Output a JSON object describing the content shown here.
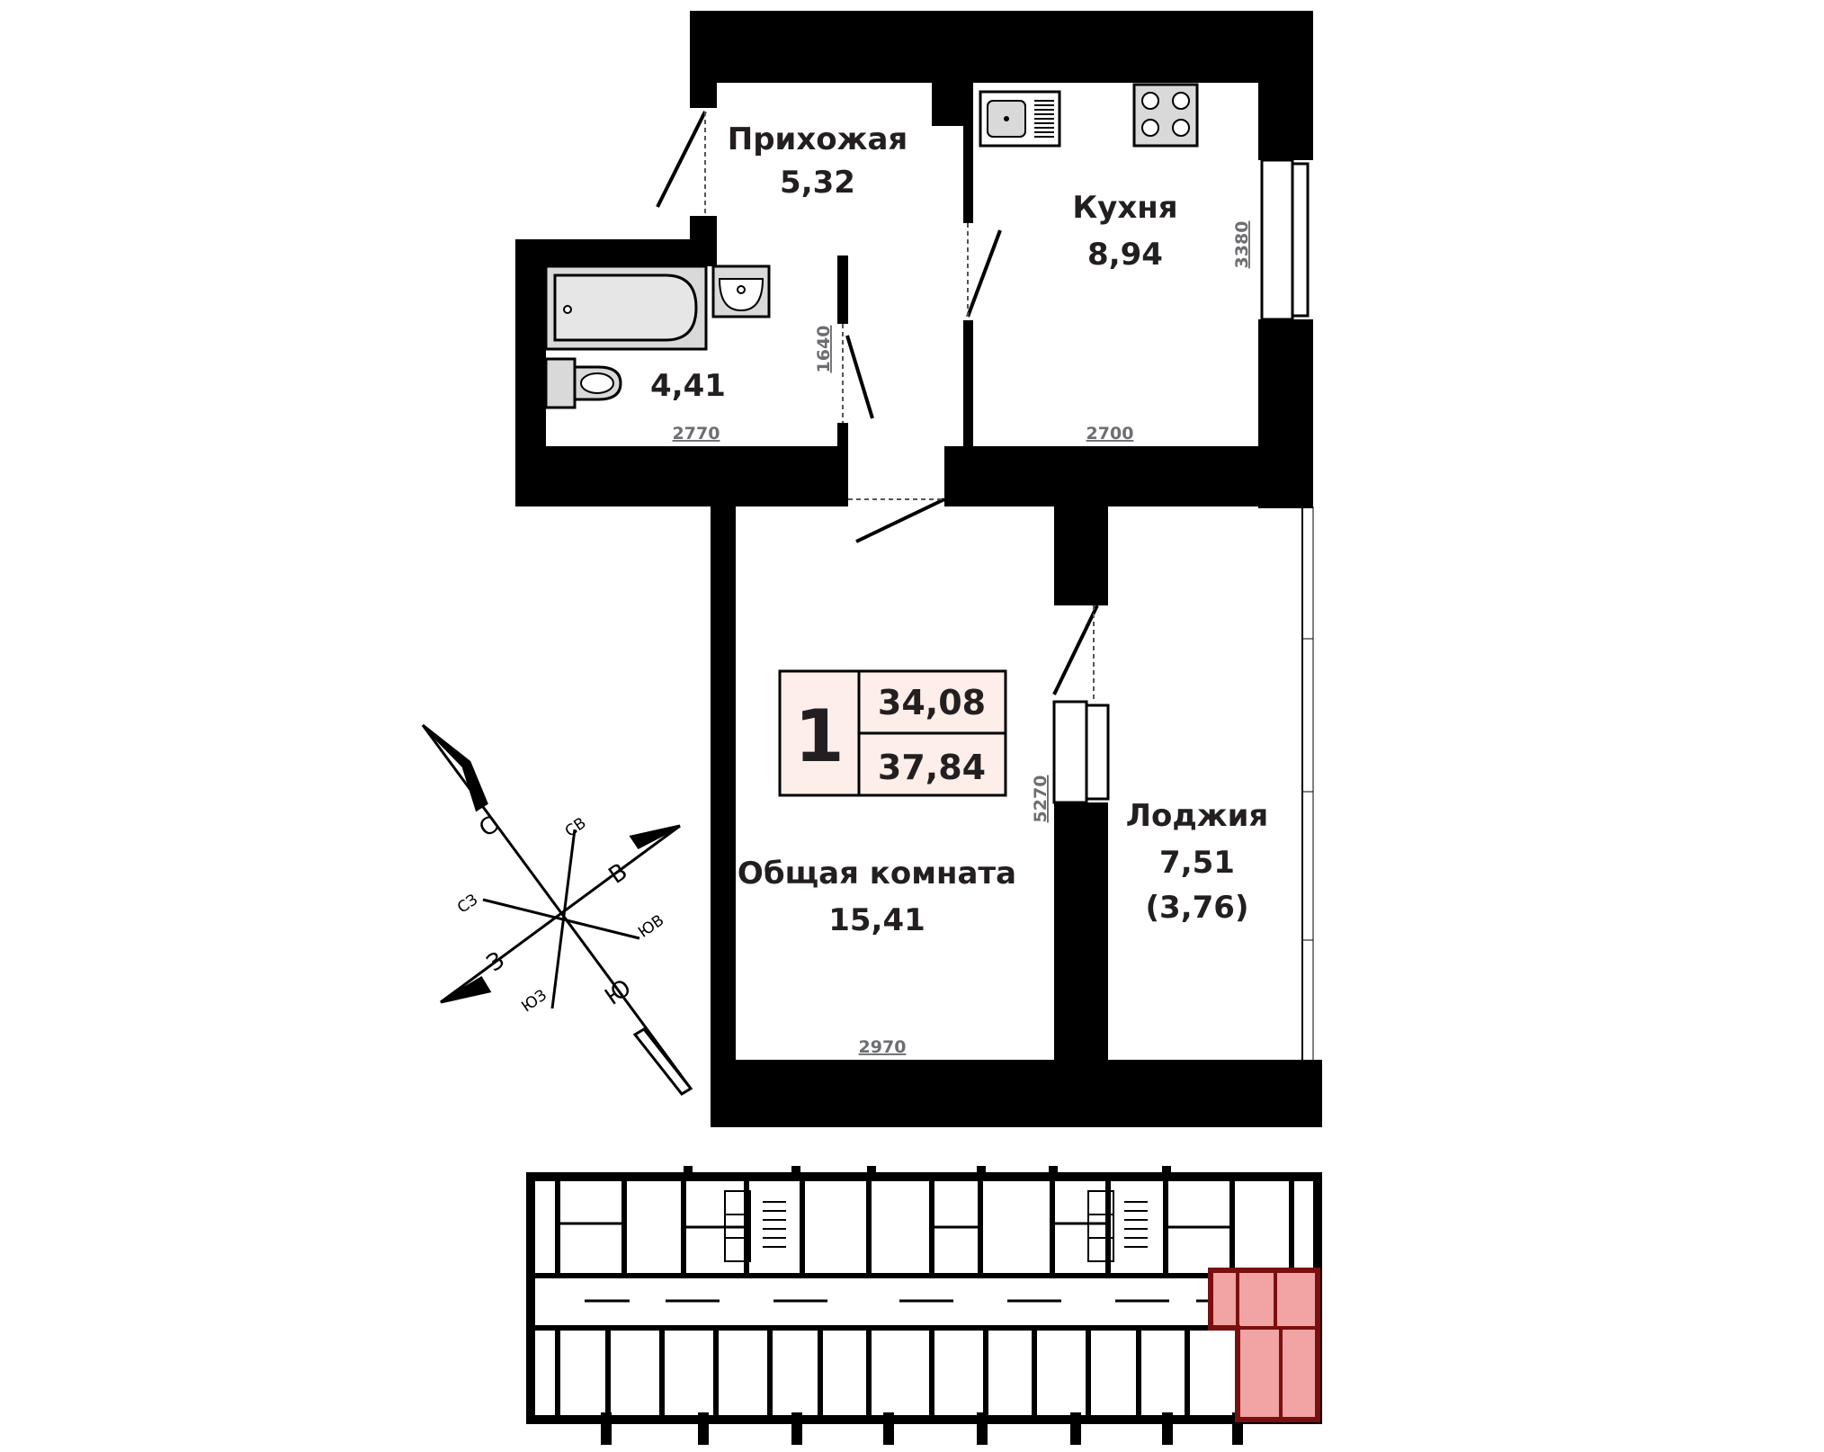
{
  "rooms": {
    "hallway": {
      "name": "Прихожая",
      "area": "5,32"
    },
    "kitchen": {
      "name": "Кухня",
      "area": "8,94"
    },
    "bathroom": {
      "area": "4,41"
    },
    "living": {
      "name": "Общая комната",
      "area": "15,41"
    },
    "loggia": {
      "name": "Лоджия",
      "area": "7,51",
      "area_reduced": "(3,76)"
    }
  },
  "dimensions": {
    "kitchen_height": "3380",
    "kitchen_width": "2700",
    "bath_height": "1640",
    "bath_width": "2770",
    "living_height": "5270",
    "living_width": "2970"
  },
  "badge": {
    "rooms_count": "1",
    "living_area": "34,08",
    "total_area": "37,84",
    "fill_color": "#fdeee9"
  },
  "compass": {
    "north": "С",
    "south": "Ю",
    "east": "В",
    "west": "З",
    "northeast": "СВ",
    "northwest": "СЗ",
    "southeast": "ЮВ",
    "southwest": "ЮЗ"
  },
  "floorplan_highlight_color": "#f2a3a3",
  "wall_color": "#000000"
}
